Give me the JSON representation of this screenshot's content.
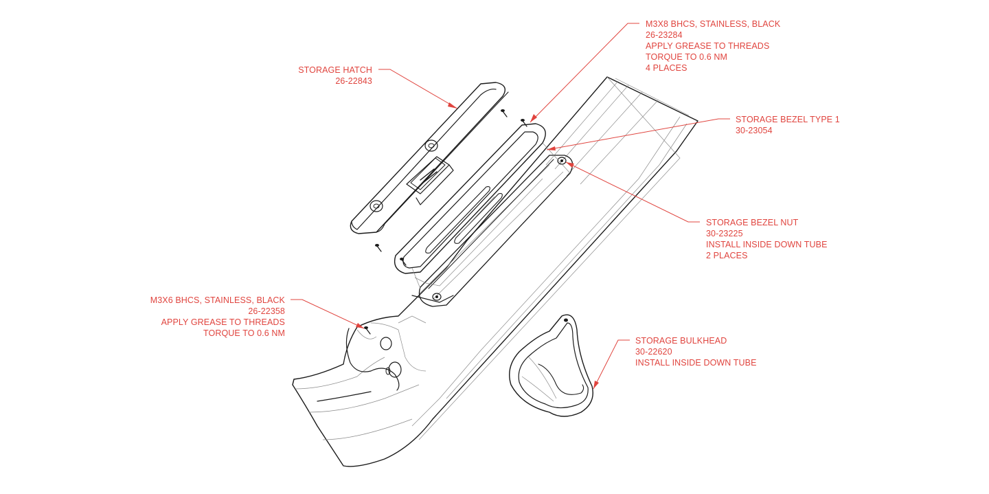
{
  "callouts": {
    "storage_hatch": {
      "name": "STORAGE HATCH",
      "part": "26-22843"
    },
    "m3x8": {
      "name": "M3X8 BHCS, STAINLESS, BLACK",
      "part": "26-23284",
      "note1": "APPLY GREASE TO THREADS",
      "note2": "TORQUE TO 0.6 NM",
      "note3": "4 PLACES"
    },
    "bezel_type1": {
      "name": "STORAGE BEZEL TYPE 1",
      "part": "30-23054"
    },
    "bezel_nut": {
      "name": "STORAGE BEZEL NUT",
      "part": "30-23225",
      "note1": "INSTALL INSIDE DOWN TUBE",
      "note2": "2 PLACES"
    },
    "m3x6": {
      "name": "M3X6 BHCS, STAINLESS, BLACK",
      "part": "26-22358",
      "note1": "APPLY GREASE TO THREADS",
      "note2": "TORQUE TO 0.6 NM"
    },
    "bulkhead": {
      "name": "STORAGE BULKHEAD",
      "part": "30-22620",
      "note1": "INSTALL INSIDE DOWN TUBE"
    }
  },
  "colors": {
    "callout": "#e0443e",
    "line": "#1a1a1a"
  }
}
